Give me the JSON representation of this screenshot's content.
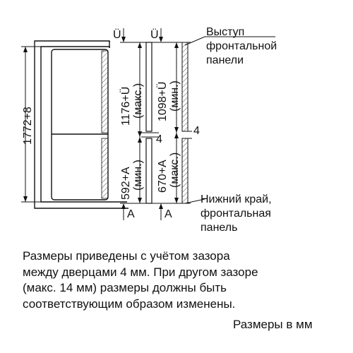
{
  "labels": {
    "top_u1": "Ü",
    "top_u2": "Ü",
    "bottom_a1": "A",
    "bottom_a2": "A",
    "gap_top": "4",
    "gap_right": "4",
    "height_total": "1772+8",
    "dim_upper_left": "1176+Ü",
    "dim_upper_left_note": "(макс.)",
    "dim_upper_right": "1098+Ü",
    "dim_upper_right_note": "(мин.)",
    "dim_lower_left": "592+A",
    "dim_lower_left_note": "(мин.)",
    "dim_lower_right": "670+A",
    "dim_lower_right_note": "(макс.)",
    "callout_top_1": "Выступ",
    "callout_top_2": "фронтальной",
    "callout_top_3": "панели",
    "callout_bottom_1": "Нижний край,",
    "callout_bottom_2": "фронтальная",
    "callout_bottom_3": "панель"
  },
  "note": {
    "line1": "Размеры приведены с учётом зазора",
    "line2": "между дверцами 4 мм. При другом зазоре",
    "line3": "(макс. 14 мм) размеры должны быть",
    "line4": "соответствующим образом изменены."
  },
  "units": "Размеры в мм"
}
